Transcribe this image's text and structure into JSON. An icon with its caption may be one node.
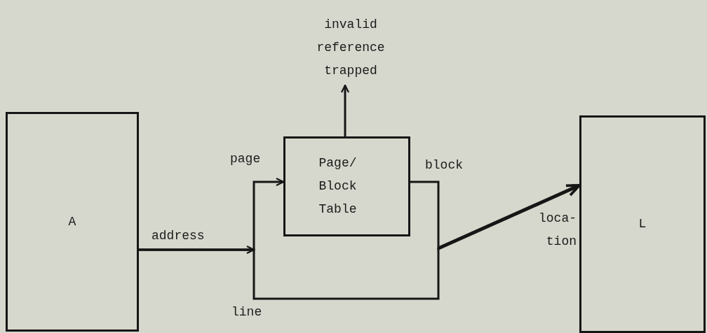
{
  "diagram": {
    "nodes": [
      {
        "text": [
          "A"
        ]
      },
      {
        "text": [
          "invalid reference trapped"
        ]
      },
      {
        "text": [
          "Page/ Block Table"
        ]
      },
      {
        "text": [
          "L"
        ]
      }
    ],
    "edges": [
      {
        "from": 0,
        "to": 2,
        "arrow": "to",
        "label": "page"
      },
      {
        "from": 0,
        "to": 3,
        "arrow": "to",
        "label": "line"
      },
      {
        "from": 2,
        "to": 3,
        "arrow": "to",
        "label": "block"
      },
      {
        "from": 2,
        "to": 1,
        "arrow": "to"
      }
    ],
    "labels": [
      "address",
      "loca- tion"
    ]
  }
}
